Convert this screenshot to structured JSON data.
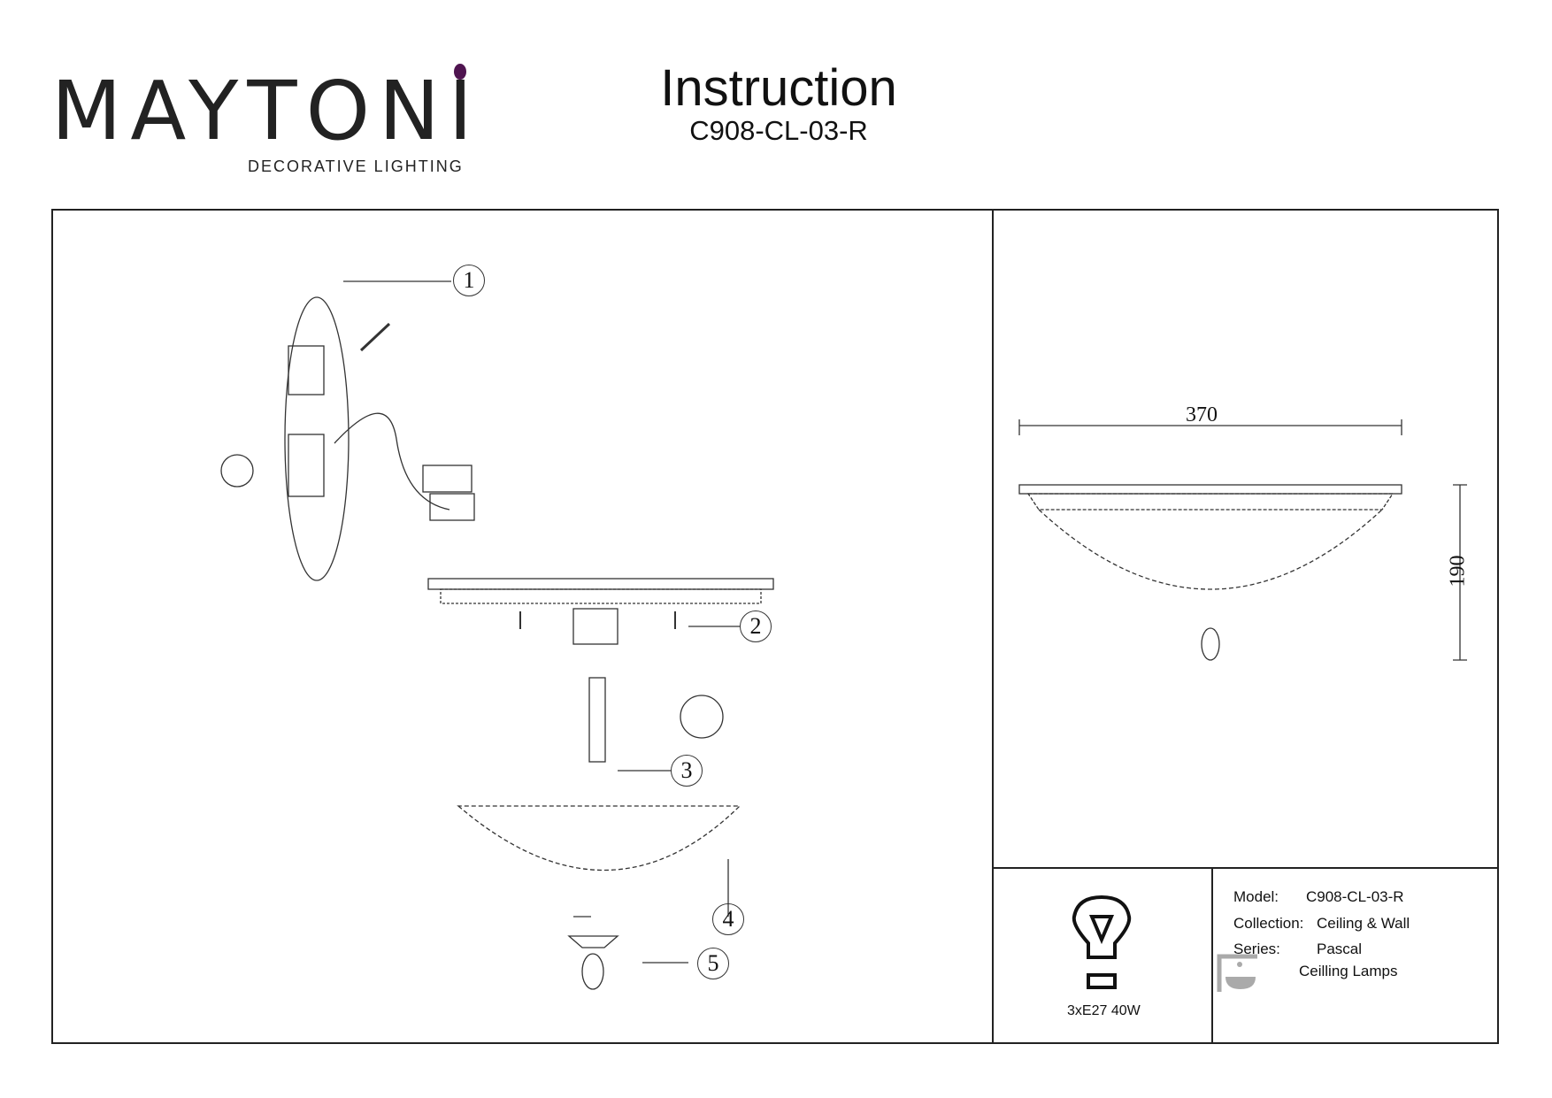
{
  "header": {
    "brand": "MAYTONI",
    "brand_tagline": "DECORATIVE LIGHTING",
    "title": "Instruction",
    "model": "C908-CL-03-R",
    "accent_color": "#4f1450"
  },
  "diagram": {
    "steps": [
      "1",
      "2",
      "3",
      "4",
      "5"
    ]
  },
  "dimensions": {
    "width": "370",
    "height": "190"
  },
  "bulb": {
    "icon": "bulb-icon",
    "spec": "3xE27 40W"
  },
  "info": {
    "model_label": "Model:",
    "model_value": "C908-CL-03-R",
    "collection_label": "Collection:",
    "collection_value": "Ceiling & Wall",
    "series_label": "Series:",
    "series_value": "Pascal",
    "category_icon": "ceiling-lamp-icon",
    "category": "Ceilling Lamps"
  }
}
